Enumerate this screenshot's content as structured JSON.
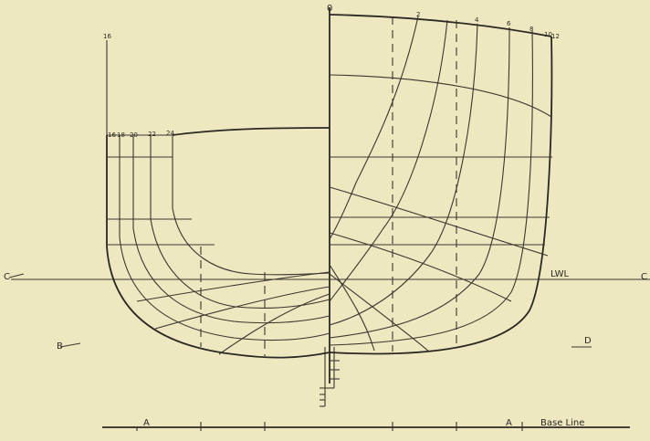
{
  "section_numbers_right": [
    "0",
    "2",
    "4",
    "6",
    "8",
    "10",
    "12"
  ],
  "section_numbers_left": [
    "16",
    "18",
    "20",
    "22",
    "24"
  ],
  "sheer_top_label": "16",
  "waterline_label": "LWL",
  "left_waterline_mark": "C",
  "right_waterline_mark": "C",
  "left_diagonal_mark": "B",
  "right_diagonal_mark": "D",
  "baseline_left_mark": "A",
  "baseline_right_mark": "A",
  "baseline_label": "Base Line"
}
